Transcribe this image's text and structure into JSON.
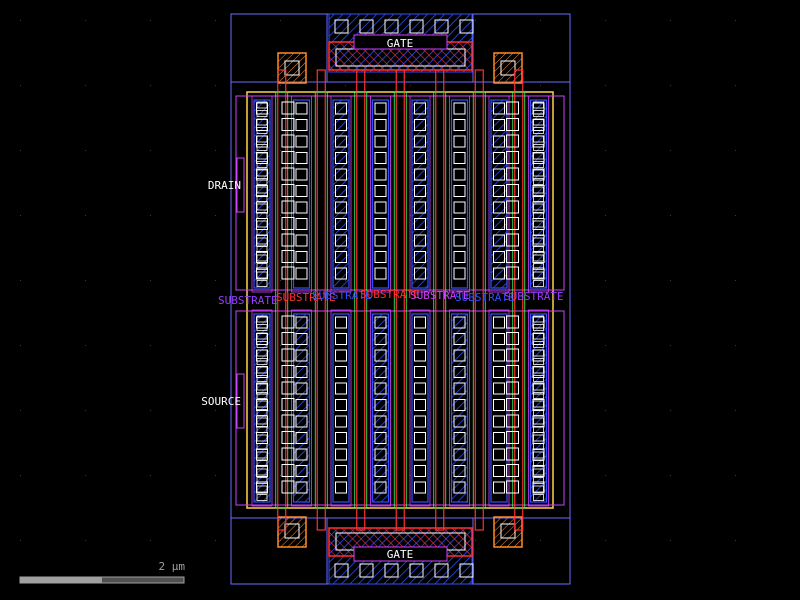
{
  "labels": {
    "gate_top": "GATE",
    "gate_bottom": "GATE",
    "drain": "DRAIN",
    "source": "SOURCE",
    "substrate": "SUBSTRATE"
  },
  "scale_bar": {
    "label": "2 µm"
  },
  "layout": {
    "finger_count": 8
  },
  "colors": {
    "background": "#000000",
    "boundary": "#6a6aff",
    "diffusion": "#ffd24a",
    "poly": "#ff3030",
    "metal1": "#3050ff",
    "metal2": "#d040ff",
    "contact": "#ffffff",
    "nwell_ring": "#ff8c28",
    "active_green": "#40ff60",
    "substrate_text": "#9a3cff",
    "scale_bar_gray": "#a0a0a0",
    "scale_bar_dark": "#505050",
    "grid_dot": "#3a3a3a"
  }
}
